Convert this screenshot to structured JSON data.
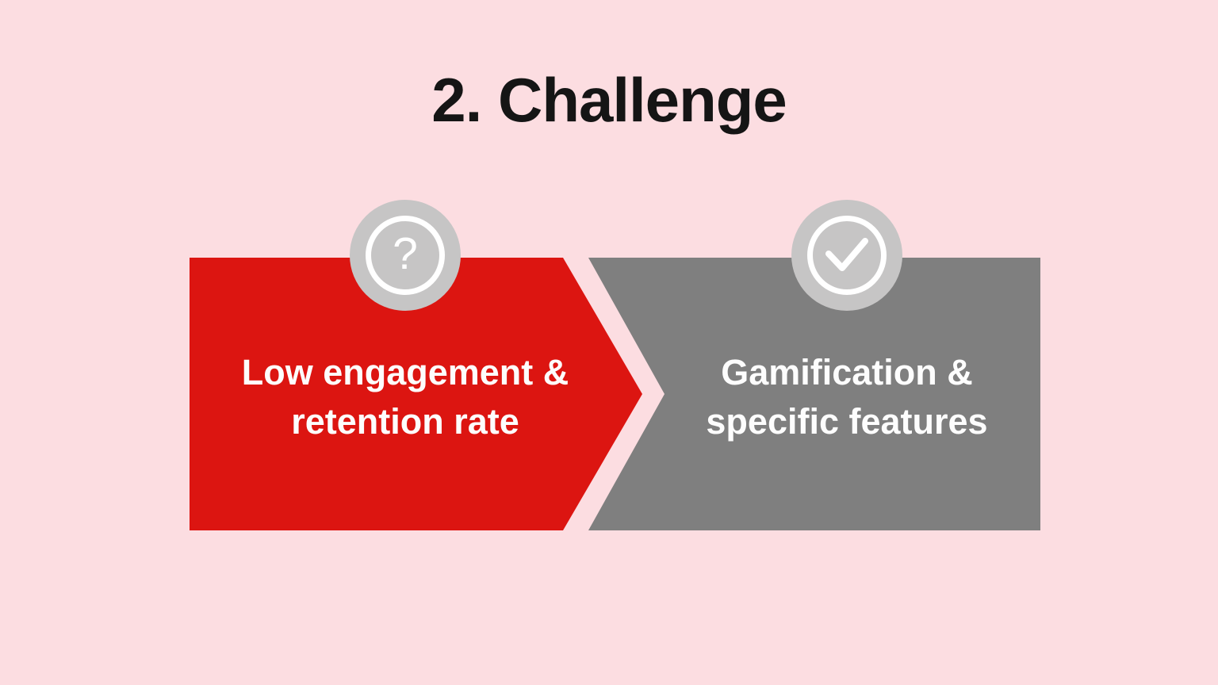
{
  "slide": {
    "title": "2. Challenge"
  },
  "steps": [
    {
      "name": "challenge",
      "icon": "question-mark-icon",
      "icon_glyph": "?",
      "label_line1": "Low engagement &",
      "label_line2": "retention rate",
      "color": "#dc1511"
    },
    {
      "name": "solution",
      "icon": "check-mark-icon",
      "label_line1": "Gamification &",
      "label_line2": "specific features",
      "color": "#7f7f7f"
    }
  ],
  "colors": {
    "background": "#fcdde1",
    "challenge_red": "#dc1511",
    "solution_gray": "#7f7f7f",
    "icon_circle_gray": "#c6c5c5",
    "icon_ring_white": "#ffffff",
    "title_black": "#151515",
    "label_white": "#fdfdfd"
  }
}
